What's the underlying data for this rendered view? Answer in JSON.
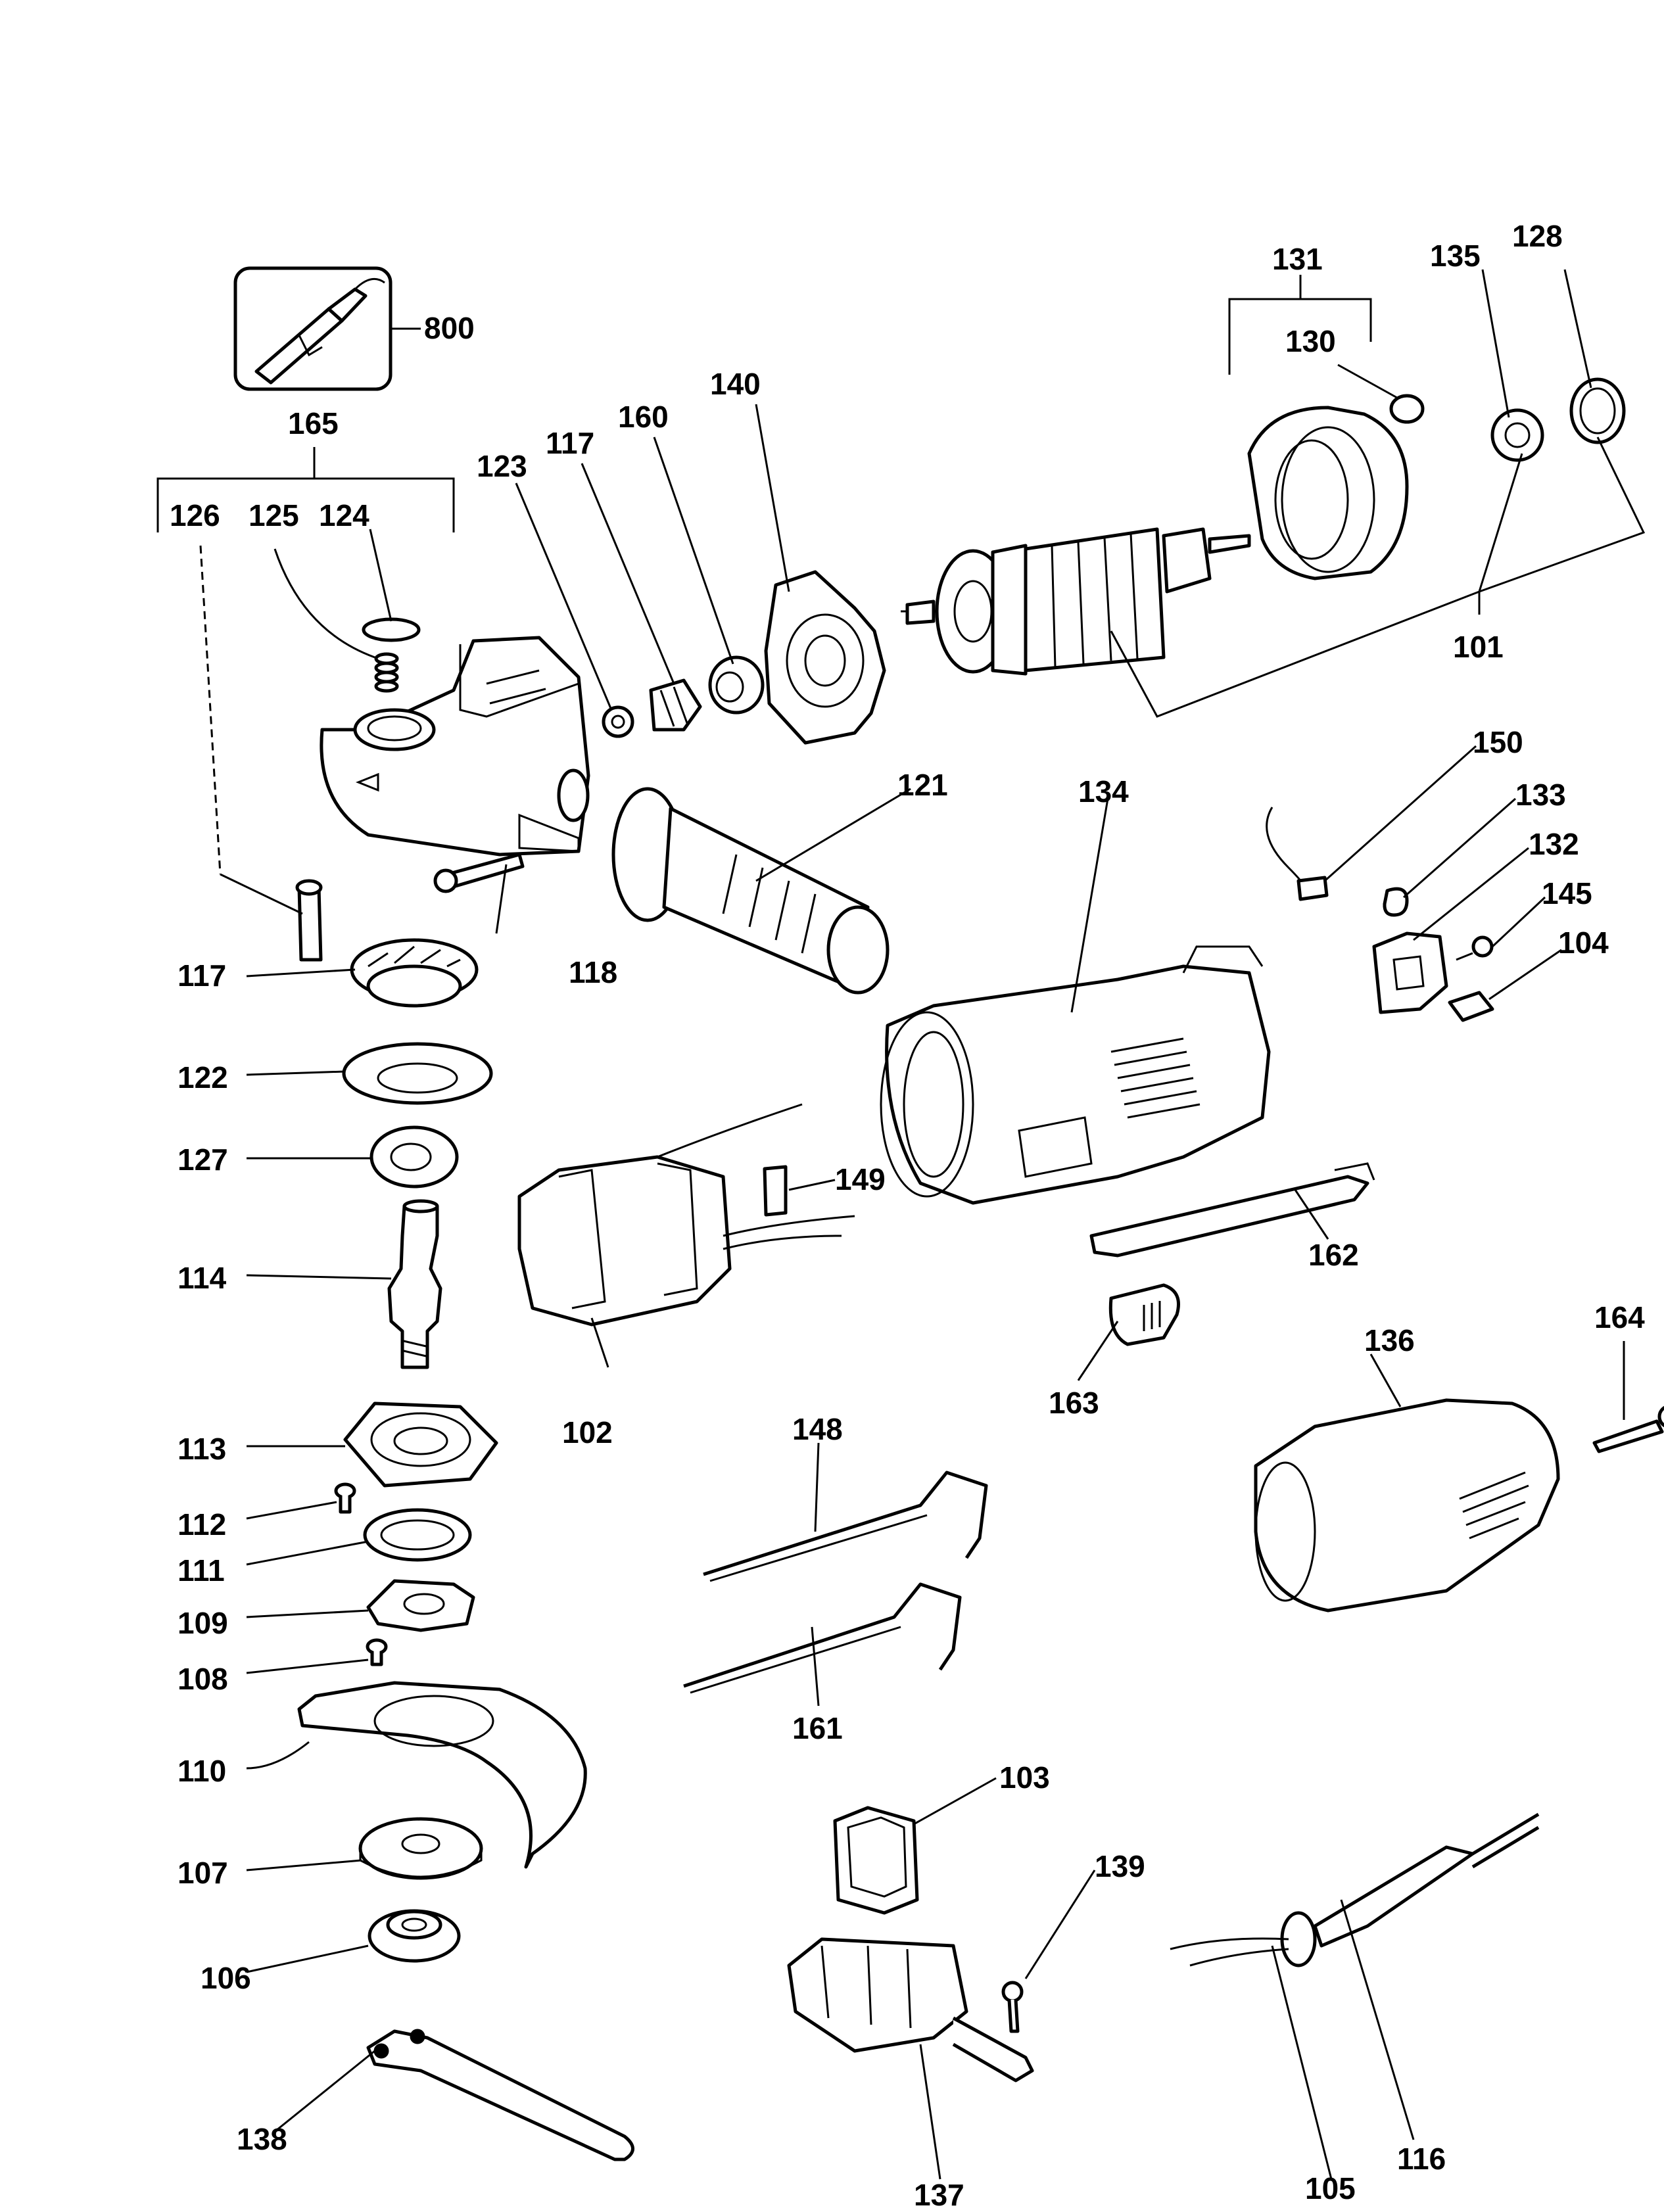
{
  "diagram": {
    "labels": {
      "p800": "800",
      "p165": "165",
      "p126": "126",
      "p125": "125",
      "p124": "124",
      "p123": "123",
      "p117a": "117",
      "p160": "160",
      "p140": "140",
      "p131": "131",
      "p130": "130",
      "p135": "135",
      "p128": "128",
      "p101": "101",
      "p121": "121",
      "p134": "134",
      "p150": "150",
      "p133": "133",
      "p132": "132",
      "p145": "145",
      "p104": "104",
      "p117b": "117",
      "p118": "118",
      "p122": "122",
      "p127": "127",
      "p149": "149",
      "p114": "114",
      "p162": "162",
      "p102": "102",
      "p163": "163",
      "p164": "164",
      "p136": "136",
      "p148": "148",
      "p113": "113",
      "p112": "112",
      "p111": "111",
      "p109": "109",
      "p108": "108",
      "p161": "161",
      "p110": "110",
      "p103": "103",
      "p139": "139",
      "p107": "107",
      "p106": "106",
      "p138": "138",
      "p137": "137",
      "p105": "105",
      "p116": "116"
    },
    "icons": [
      "power-tool-pictogram"
    ]
  }
}
